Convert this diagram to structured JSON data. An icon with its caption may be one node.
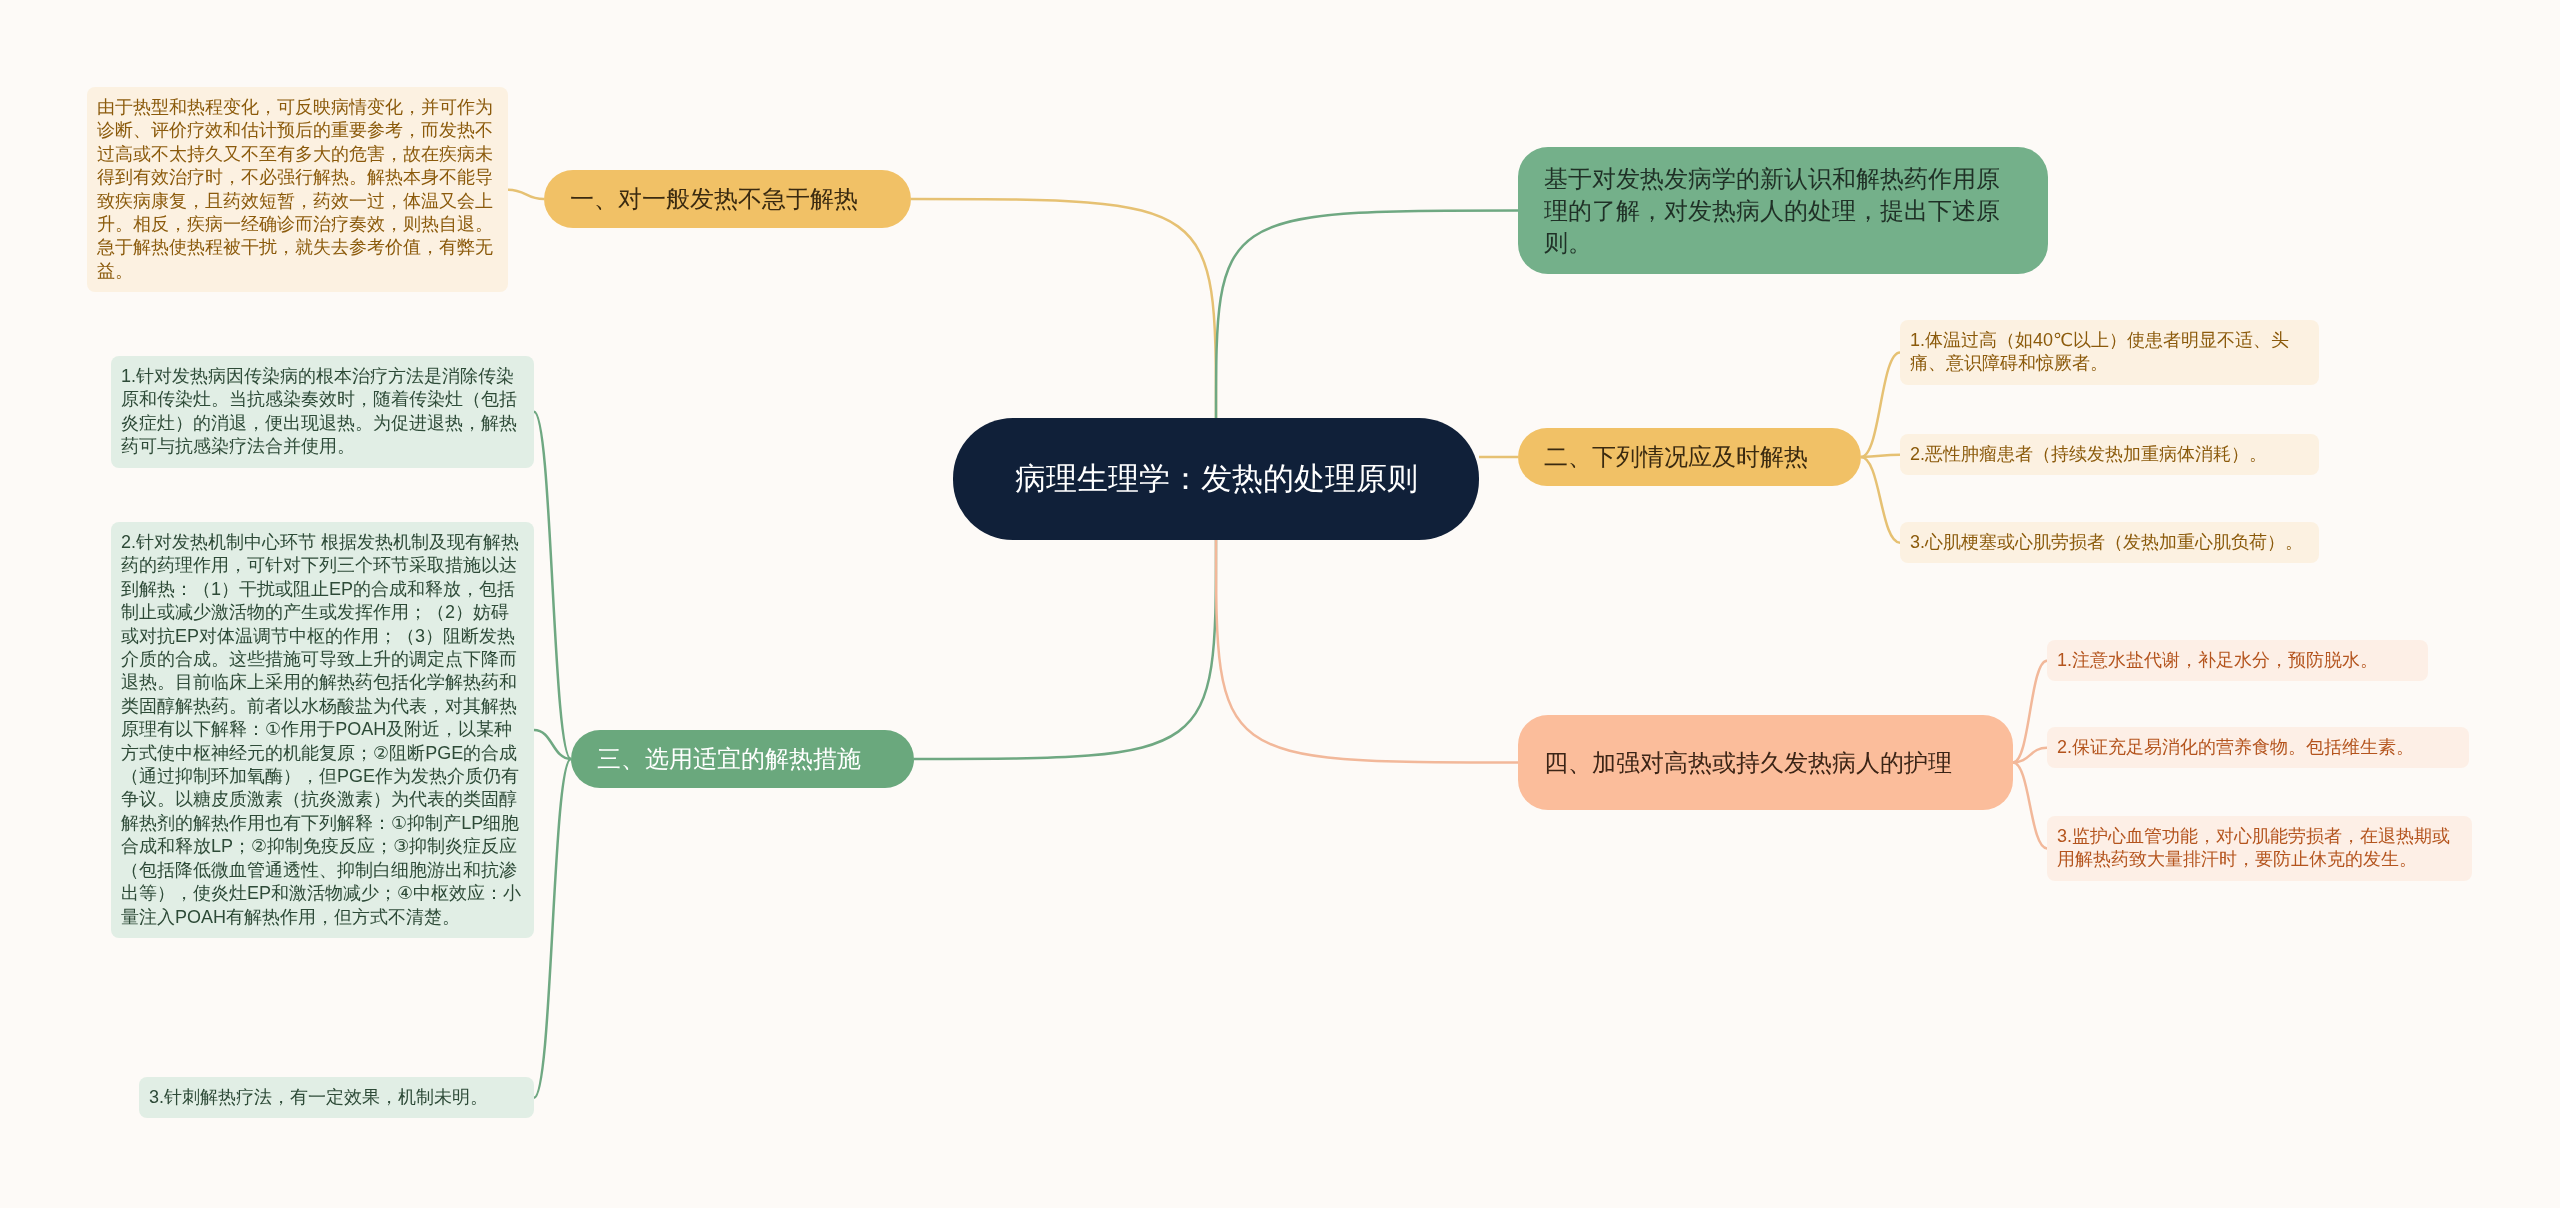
{
  "diagram": {
    "nodes": [
      {
        "text": [
          "病理生理学：发热的处理原则"
        ]
      },
      {
        "text": [
          "一、对一般发热不急于解热"
        ]
      },
      {
        "text": [
          "由于热型和热程变化，可反映病情变化，并可作为诊断、评价疗效和估计预后的重要参考，而发热不过高或不太持久又不至有多大的危害，故在疾病未得到有效治疗时，不必强行解热。解热本身不能导致疾病康复，且药效短暂，药效一过，体温又会上升。相反，疾病一经确诊而治疗奏效，则热自退。急于解热使热程被干扰，就失去参考价值，有弊无益。"
        ]
      },
      {
        "text": [
          "基于对发热发病学的新认识和解热药作用原理的了解，对发热病人的处理，提出下述原则。"
        ]
      },
      {
        "text": [
          "二、下列情况应及时解热"
        ]
      },
      {
        "text": [
          "1.体温过高（如40℃以上）使患者明显不适、头痛、意识障碍和惊厥者。"
        ]
      },
      {
        "text": [
          "2.恶性肿瘤患者（持续发热加重病体消耗）。"
        ]
      },
      {
        "text": [
          "3.心肌梗塞或心肌劳损者（发热加重心肌负荷）。"
        ]
      },
      {
        "text": [
          "三、选用适宜的解热措施"
        ]
      },
      {
        "text": [
          "1.针对发热病因传染病的根本治疗方法是消除传染原和传染灶。当抗感染奏效时，随着传染灶（包括炎症灶）的消退，便出现退热。为促进退热，解热药可与抗感染疗法合并使用。"
        ]
      },
      {
        "text": [
          "2.针对发热机制中心环节 根据发热机制及现有解热药的药理作用，可针对下列三个环节采取措施以达到解热：（1）干扰或阻止EP的合成和释放，包括制止或减少激活物的产生或发挥作用；（2）妨碍或对抗EP对体温调节中枢的作用；（3）阻断发热介质的合成。这些措施可导致上升的调定点下降而退热。目前临床上采用的解热药包括化学解热药和类固醇解热药。前者以水杨酸盐为代表，对其解热原理有以下解释：①作用于POAH及附近，以某种方式使中枢神经元的机能复原；②阻断PGE的合成（通过抑制环加氧酶），但PGE作为发热介质仍有争议。以糖皮质激素（抗炎激素）为代表的类固醇解热剂的解热作用也有下列解释：①抑制产LP细胞合成和释放LP；②抑制免疫反应；③抑制炎症反应（包括降低微血管通透性、抑制白细胞游出和抗渗出等），使炎灶EP和激活物减少；④中枢效应：小量注入POAH有解热作用，但方式不清楚。"
        ]
      },
      {
        "text": [
          "3.针刺解热疗法，有一定效果，机制未明。"
        ]
      },
      {
        "text": [
          "四、加强对高热或持久发热病人的护理"
        ]
      },
      {
        "text": [
          "1.注意水盐代谢，补足水分，预防脱水。"
        ]
      },
      {
        "text": [
          "2.保证充足易消化的营养食物。包括维生素。"
        ]
      },
      {
        "text": [
          "3.监护心血管功能，对心肌能劳损者，在退热期或用解热药致大量排汗时，要防止休克的发生。"
        ]
      }
    ],
    "edges": [
      {
        "from": 0,
        "to": 1,
        "arrow": "none",
        "color": "#e6c173"
      },
      {
        "from": 1,
        "to": 2,
        "arrow": "none",
        "color": "#e6c173"
      },
      {
        "from": 0,
        "to": 3,
        "arrow": "none",
        "color": "#6fa882"
      },
      {
        "from": 0,
        "to": 4,
        "arrow": "none",
        "color": "#e6c173"
      },
      {
        "from": 4,
        "to": 5,
        "arrow": "none",
        "color": "#e6c173"
      },
      {
        "from": 4,
        "to": 6,
        "arrow": "none",
        "color": "#e6c173"
      },
      {
        "from": 4,
        "to": 7,
        "arrow": "none",
        "color": "#e6c173"
      },
      {
        "from": 0,
        "to": 8,
        "arrow": "none",
        "color": "#6fa882"
      },
      {
        "from": 8,
        "to": 9,
        "arrow": "none",
        "color": "#6fa882"
      },
      {
        "from": 8,
        "to": 10,
        "arrow": "none",
        "color": "#6fa882"
      },
      {
        "from": 8,
        "to": 11,
        "arrow": "none",
        "color": "#6fa882"
      },
      {
        "from": 0,
        "to": 12,
        "arrow": "none",
        "color": "#f2b89a"
      },
      {
        "from": 12,
        "to": 13,
        "arrow": "none",
        "color": "#f2b89a"
      },
      {
        "from": 12,
        "to": 14,
        "arrow": "none",
        "color": "#f2b89a"
      },
      {
        "from": 12,
        "to": 15,
        "arrow": "none",
        "color": "#f2b89a"
      }
    ]
  }
}
